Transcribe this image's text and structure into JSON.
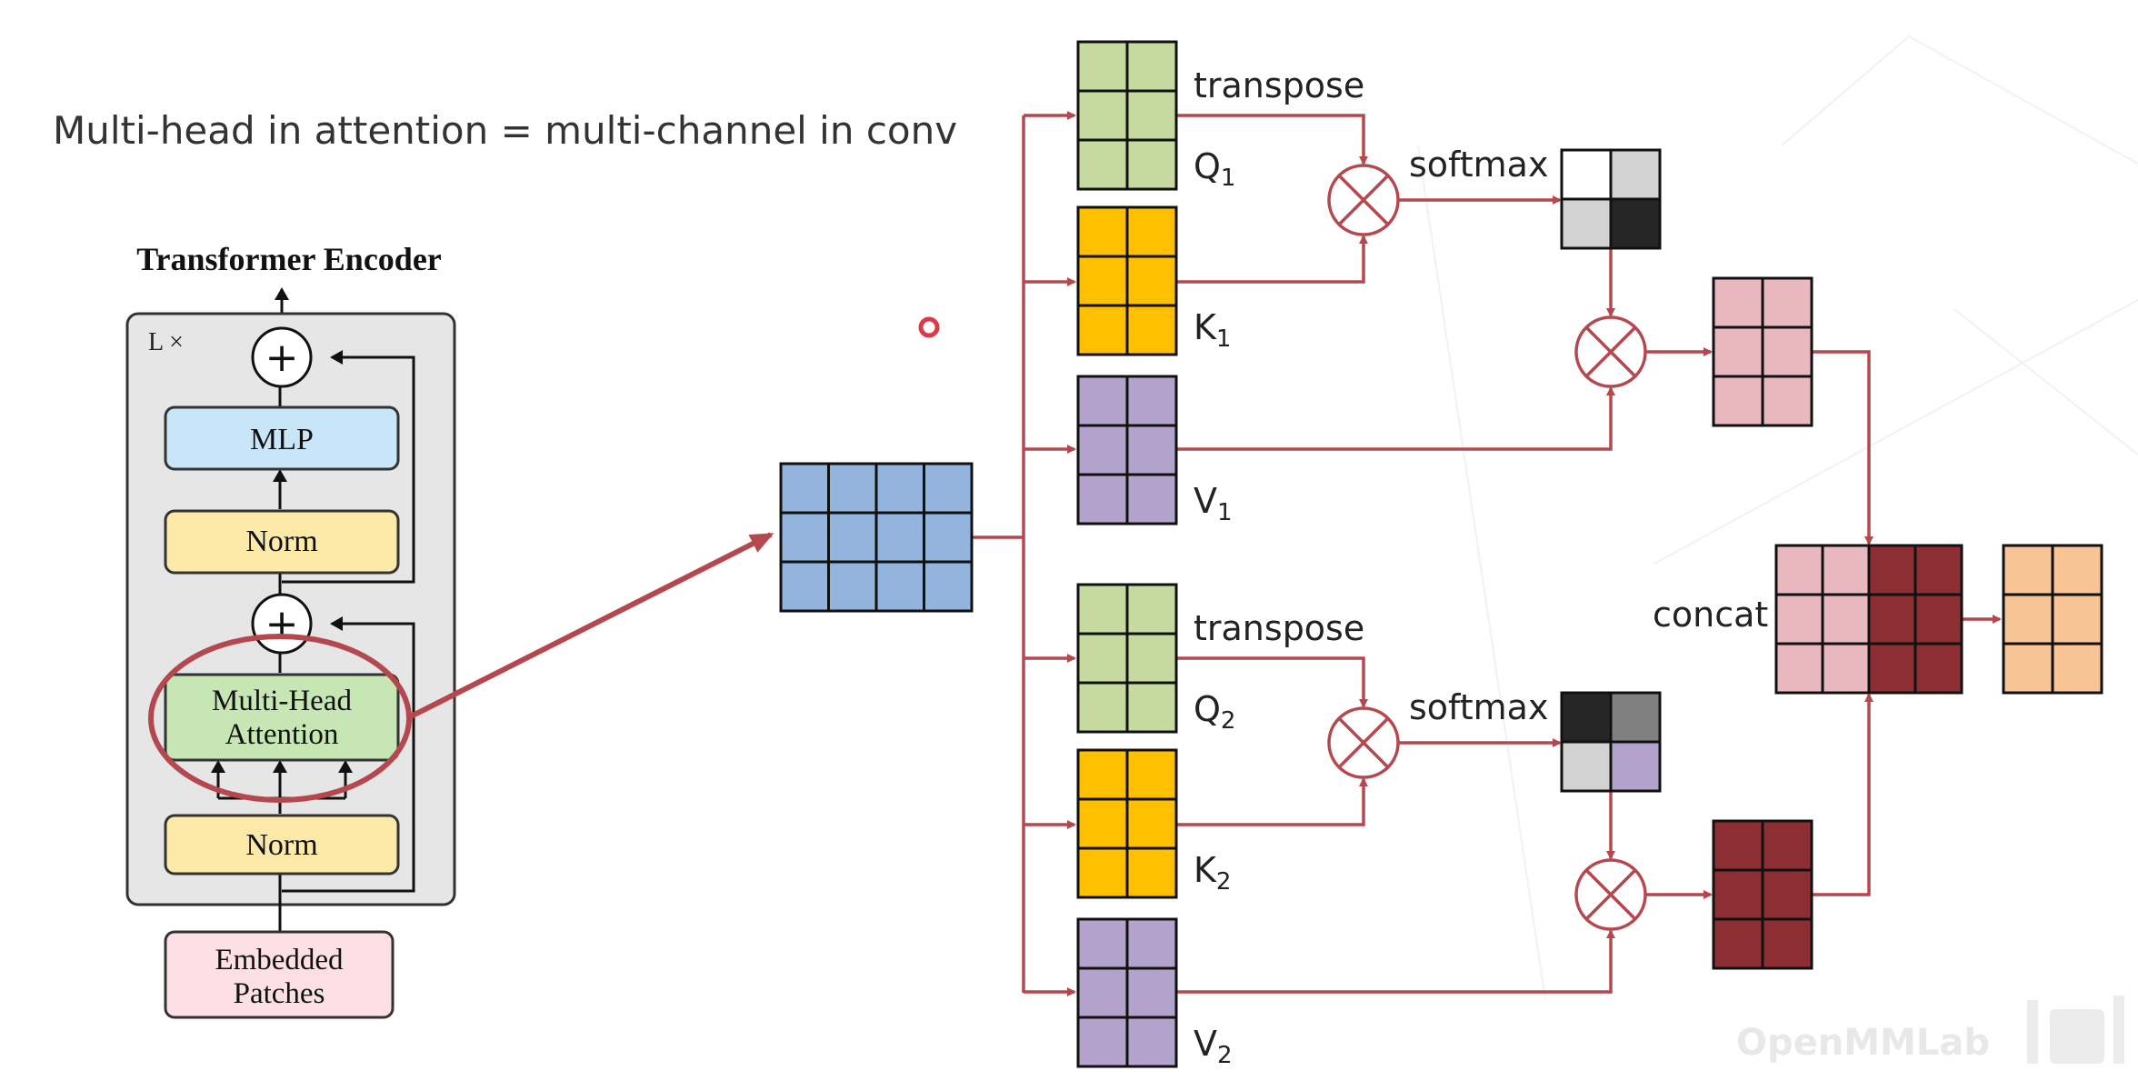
{
  "title": "Multi-head in attention = multi-channel in conv",
  "encoder": {
    "title": "Transformer Encoder",
    "repeat_label": "L ×",
    "blocks": {
      "mlp": "MLP",
      "norm_top": "Norm",
      "attention_line1": "Multi-Head",
      "attention_line2": "Attention",
      "norm_bottom": "Norm",
      "embedded_line1": "Embedded",
      "embedded_line2": "Patches"
    },
    "add_symbol": "+",
    "colors": {
      "mlp": "#c8e6f8",
      "norm": "#fdeaa8",
      "attention": "#c6e6b3",
      "embedded": "#fde0e6",
      "frame": "#e6e6e6",
      "highlight": "#b5484f"
    }
  },
  "heads": [
    {
      "q_label": "Q",
      "k_label": "K",
      "v_label": "V",
      "subscript": "1",
      "transpose_label": "transpose",
      "softmax_label": "softmax",
      "score_colors": [
        "#ffffff",
        "#d2d2d2",
        "#d2d2d2",
        "#262626"
      ],
      "output_color": "#e8b8be"
    },
    {
      "q_label": "Q",
      "k_label": "K",
      "v_label": "V",
      "subscript": "2",
      "transpose_label": "transpose",
      "softmax_label": "softmax",
      "score_colors": [
        "#262626",
        "#808080",
        "#d2d2d2",
        "#b3a3cc"
      ],
      "output_color": "#8c2e33"
    }
  ],
  "concat_label": "concat",
  "operator_symbol": "multiply-circle",
  "colors": {
    "input": "#93b4dc",
    "q": "#c6daa0",
    "k": "#ffc000",
    "v": "#b3a3cc",
    "final": "#f8c496",
    "arrow": "#b5484f"
  },
  "watermark": "OpenMMLab"
}
